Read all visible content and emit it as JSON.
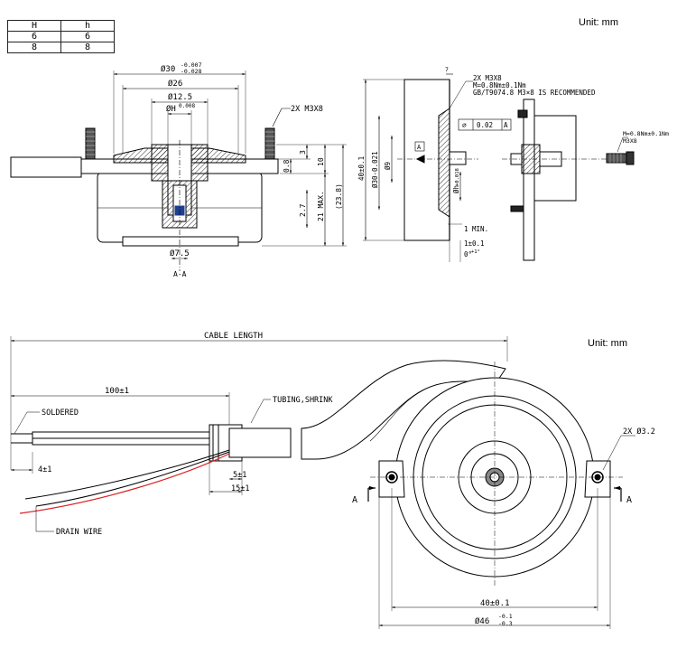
{
  "units": {
    "top": "Unit: mm",
    "bottom": "Unit: mm"
  },
  "table": {
    "headers": [
      "H",
      "h"
    ],
    "rows": [
      [
        "6",
        "6"
      ],
      [
        "8",
        "8"
      ]
    ]
  },
  "section_view": {
    "dia_30": "Ø30",
    "dia_30_tol_upper": "-0.007",
    "dia_30_tol_lower": "-0.028",
    "dia_26": "Ø26",
    "dia_12_5": "Ø12.5",
    "dia_H": "ØH",
    "dia_H_tol": "0.008",
    "screw_label": "2X M3X8",
    "dim_3": "3",
    "dim_0_8": "0.8",
    "dim_10": "10",
    "dim_2_7": "2.7",
    "dim_21_max": "21 MAX.",
    "dim_23_8": "(23.8)",
    "dia_7_5": "Ø7.5",
    "section_label": "A-A"
  },
  "side_view": {
    "dim_7": "7",
    "screw_label": "2X M3X8",
    "torque_note": "M=0.8Nm±0.1Nm",
    "standard_note": "GB/T9074.8 M3×8 IS RECOMMENDED",
    "tol_symbol": "⌀",
    "tol_value": "0.02",
    "tol_datum": "A",
    "datum_a": "A",
    "dim_40": "40±0.1",
    "dim_30": "Ø30-0.021",
    "dim_9": "Ø9",
    "dim_h": "Øh",
    "dim_h_tol": "+0.018",
    "dim_1_min": "1 MIN.",
    "dim_1_tol": "1±0.1",
    "dim_angle": "0°",
    "dim_angle_tol": "+1°",
    "motor_torque": "M=0.8Nm±0.1Nm",
    "motor_screw": "M3X8"
  },
  "bottom_view": {
    "cable_length": "CABLE LENGTH",
    "dim_100": "100±1",
    "tubing": "TUBING,SHRINK",
    "soldered": "SOLDERED",
    "dim_4": "4±1",
    "dim_5": "5±1",
    "dim_15": "15±1",
    "drain_wire": "DRAIN WIRE",
    "holes": "2X Ø3.2",
    "dim_40": "40±0.1",
    "dim_46": "Ø46",
    "dim_46_tol_upper": "-0.1",
    "dim_46_tol_lower": "-0.3",
    "section_a_left": "A",
    "section_a_right": "A"
  }
}
